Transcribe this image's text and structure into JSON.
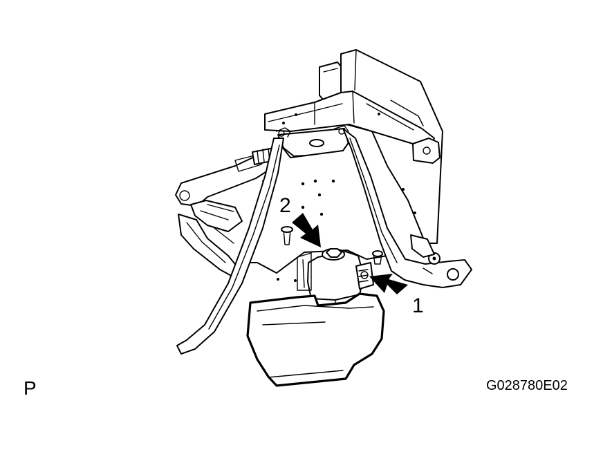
{
  "diagram": {
    "callouts": {
      "one": "1",
      "two": "2"
    },
    "view_letter": "P",
    "drawing_code": "G028780E02",
    "line_color": "#000000",
    "background_color": "#ffffff"
  }
}
